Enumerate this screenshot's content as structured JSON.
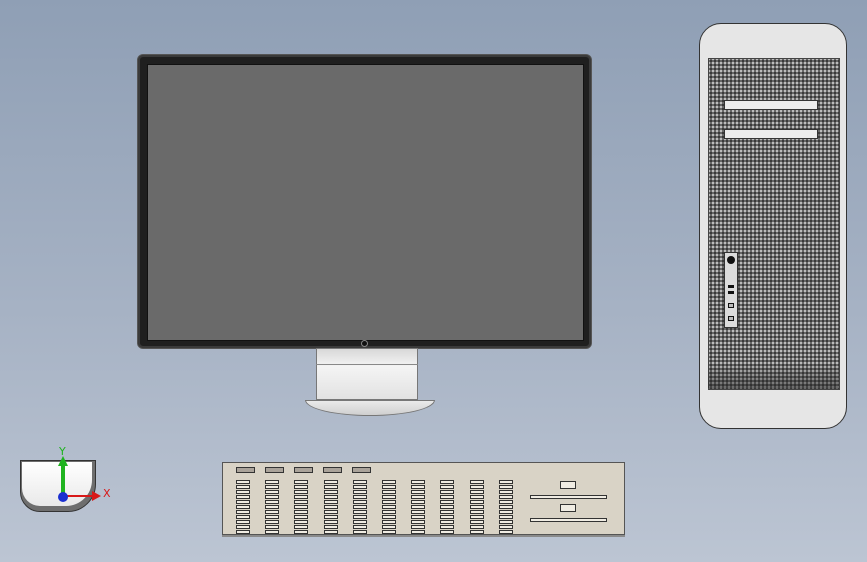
{
  "scene": {
    "background_top": "#8f9fb5",
    "background_bottom": "#bcc5d3"
  },
  "monitor": {
    "screen_color": "#6a6a6a",
    "bezel_color": "#1f1f1f"
  },
  "tower": {
    "body_color": "#e6e6e6",
    "drive_bays": 2,
    "ports": [
      "power-button",
      "usb",
      "usb",
      "firewire",
      "audio"
    ]
  },
  "keyboard": {
    "color": "#d9d3c6",
    "function_keys": 5,
    "key_columns": 10
  },
  "axis_triad": {
    "y_label": "Y",
    "x_label": "X",
    "y_color": "#1fb31f",
    "x_color": "#d81818",
    "z_color": "#1a2fd0"
  }
}
